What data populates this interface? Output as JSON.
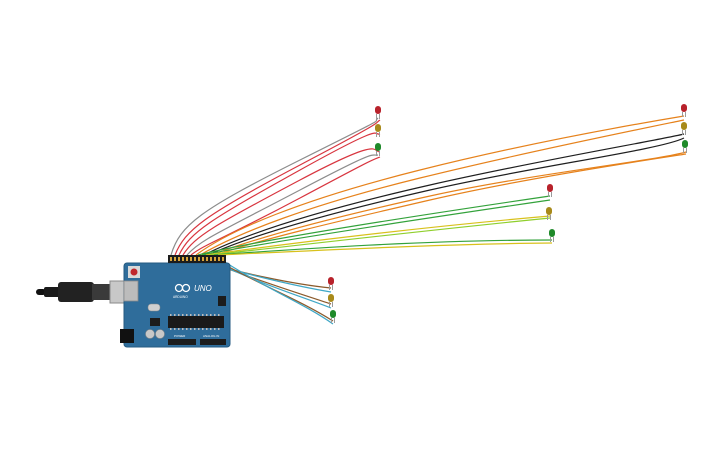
{
  "board": {
    "logo_text": "ARDUINO",
    "model_label": "UNO",
    "power_header_label": "POWER",
    "analog_header_label": "ANALOG IN",
    "body_color": "#2f6d9b",
    "header_color": "#1c1c1c"
  },
  "wire_colors": {
    "red": "#d8353f",
    "gray": "#8c8c8c",
    "orange": "#e6821c",
    "black": "#1f1f1f",
    "green": "#33a23b",
    "yellow": "#d8c11c",
    "brown": "#8b5a2b",
    "cyan": "#3fa7c6",
    "light_green": "#8fcf2c"
  },
  "leds": [
    {
      "id": "group1-red",
      "color": "#b8222b"
    },
    {
      "id": "group1-yellow",
      "color": "#a88a1a"
    },
    {
      "id": "group1-green",
      "color": "#1f8a2a"
    },
    {
      "id": "group2-red",
      "color": "#b8222b"
    },
    {
      "id": "group2-yellow",
      "color": "#a88a1a"
    },
    {
      "id": "group2-green",
      "color": "#1f8a2a"
    },
    {
      "id": "group3-red",
      "color": "#b8222b"
    },
    {
      "id": "group3-yellow",
      "color": "#a88a1a"
    },
    {
      "id": "group3-green",
      "color": "#1f8a2a"
    },
    {
      "id": "group4-red",
      "color": "#b8222b"
    },
    {
      "id": "group4-yellow",
      "color": "#a88a1a"
    },
    {
      "id": "group4-green",
      "color": "#1f8a2a"
    }
  ],
  "usb_cable": {
    "icon": "usb-cable-icon"
  }
}
